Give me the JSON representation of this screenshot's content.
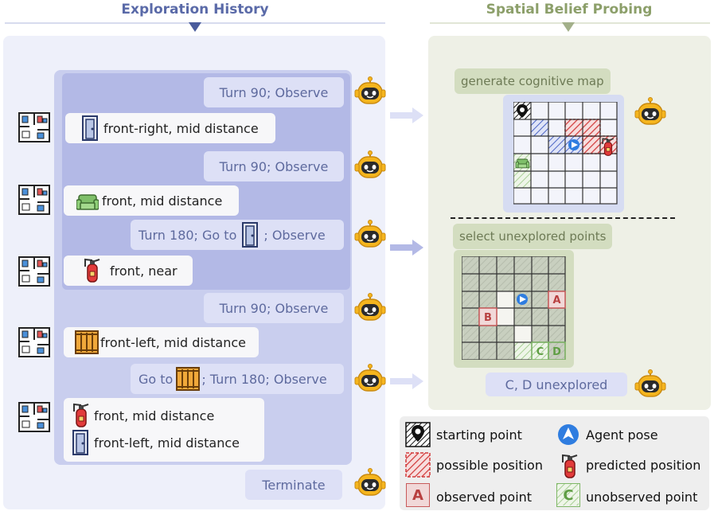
{
  "headers": {
    "left": "Exploration History",
    "right": "Spatial Belief Probing"
  },
  "colors": {
    "left_accent": "#5a6aa8",
    "right_accent": "#8c9f6a",
    "possible": "#d23b3b",
    "unobserved": "#8fbf7a",
    "agent": "#2f7de0"
  },
  "history": {
    "a1": "Turn 90; Observe",
    "o1": "front-right, mid distance",
    "a2": "Turn 90; Observe",
    "o2": "front, mid distance",
    "a3_pre": "Turn 180; Go to",
    "a3_post": "; Observe",
    "o3": "front, near",
    "a4": "Turn 90; Observe",
    "o4": "front-left, mid distance",
    "a5_pre": "Go to",
    "a5_post": "; Turn 180; Observe",
    "o5a": "front, mid distance",
    "o5b": "front-left, mid distance",
    "terminate": "Terminate"
  },
  "probing": {
    "task1": "generate cognitive map",
    "task2": "select unexplored points",
    "answer": "C, D unexplored",
    "point_a": "A",
    "point_b": "B",
    "point_c": "C",
    "point_d": "D"
  },
  "legend": {
    "starting_point": "starting point",
    "agent_pose": "Agent pose",
    "possible_position": "possible position",
    "predicted_position": "predicted position",
    "observed_point": "observed point",
    "unobserved_point": "unobserved point",
    "letter_a": "A",
    "letter_c": "C"
  }
}
